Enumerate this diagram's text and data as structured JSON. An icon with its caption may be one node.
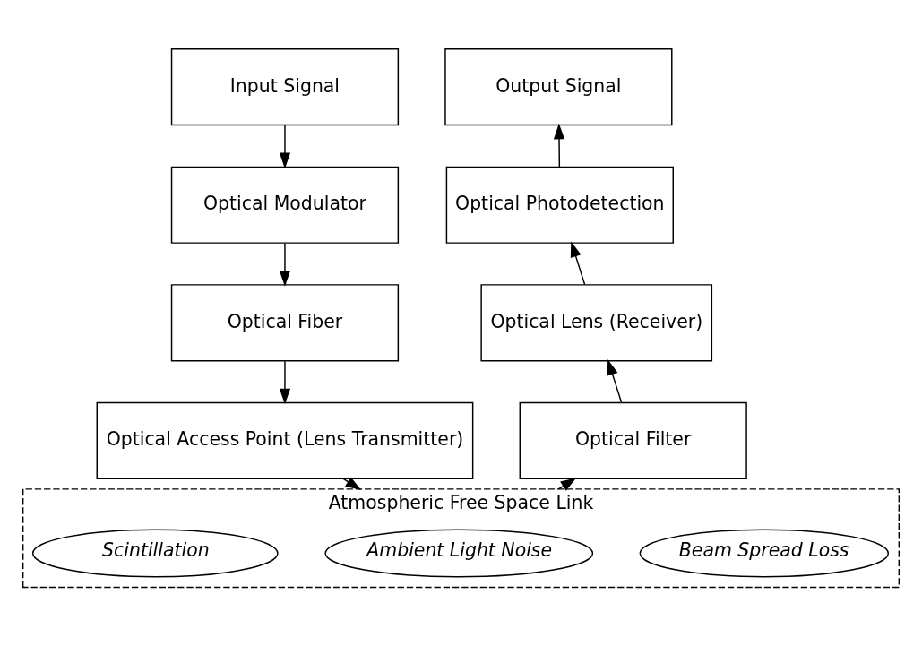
{
  "diagram": {
    "nodes": [
      {
        "text": [
          "Input Signal"
        ]
      },
      {
        "text": [
          "Optical Modulator"
        ]
      },
      {
        "text": [
          "Optical Fiber"
        ]
      },
      {
        "text": [
          "Optical Access Point (Lens Transmitter)"
        ]
      },
      {
        "text": [
          "Atmospheric Free Space Link"
        ]
      },
      {
        "text": [
          "Beam Spread Loss"
        ],
        "in": 4
      },
      {
        "text": [
          "Ambient Light Noise"
        ],
        "in": 4
      },
      {
        "text": [
          "Scintillation"
        ],
        "in": 4
      },
      {
        "text": [
          "Optical Filter"
        ]
      },
      {
        "text": [
          "Optical Lens (Receiver)"
        ]
      },
      {
        "text": [
          "Optical Photodetection"
        ]
      },
      {
        "text": [
          "Output Signal"
        ]
      }
    ],
    "edges": [
      {
        "from": 0,
        "to": 1,
        "arrow": "to"
      },
      {
        "from": 1,
        "to": 2,
        "arrow": "to"
      },
      {
        "from": 2,
        "to": 3,
        "arrow": "to"
      },
      {
        "from": 3,
        "to": 4,
        "arrow": "to"
      },
      {
        "from": 4,
        "to": 8,
        "arrow": "to"
      },
      {
        "from": 8,
        "to": 9,
        "arrow": "to"
      },
      {
        "from": 9,
        "to": 10,
        "arrow": "to"
      },
      {
        "from": 10,
        "to": 11,
        "arrow": "to"
      }
    ]
  }
}
